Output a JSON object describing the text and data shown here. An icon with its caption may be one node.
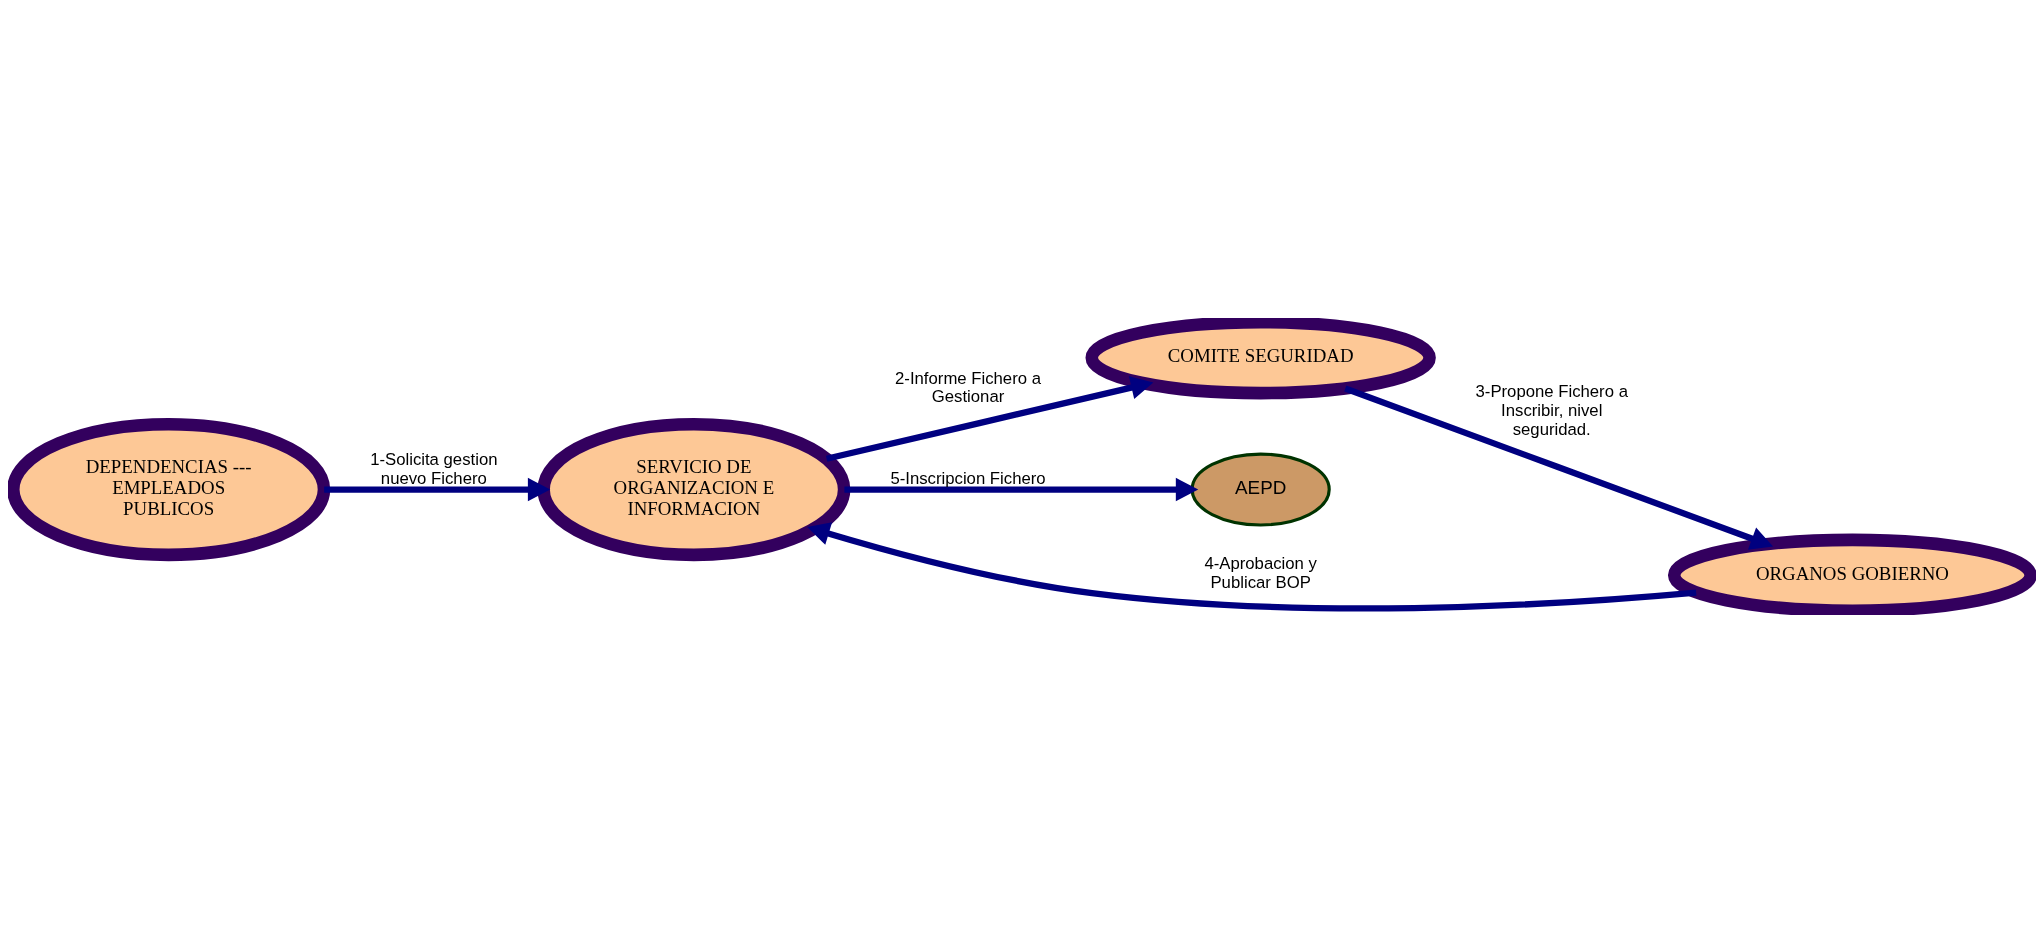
{
  "diagram": {
    "nodes": [
      {
        "text": [
          "SERVICIO DE ORGANIZACION E INFORMACION"
        ]
      },
      {
        "text": [
          "COMITE SEGURIDAD"
        ]
      },
      {
        "text": [
          "ORGANOS GOBIERNO"
        ]
      },
      {
        "text": [
          "DEPENDENCIAS --- EMPLEADOS PUBLICOS"
        ]
      },
      {
        "text": [
          "AEPD"
        ]
      }
    ],
    "edges": [
      {
        "from": 3,
        "to": 0,
        "arrow": "to",
        "label": "1-Solicita gestion nuevo Fichero"
      },
      {
        "from": 0,
        "to": 1,
        "arrow": "to",
        "label": "2-Informe Fichero a Gestionar"
      },
      {
        "from": 1,
        "to": 2,
        "arrow": "to",
        "label": "3-Propone Fichero a Inscribir, nivel seguridad."
      },
      {
        "from": 2,
        "to": 0,
        "arrow": "to",
        "label": "4-Aprobacion y Publicar BOP"
      },
      {
        "from": 0,
        "to": 4,
        "arrow": "to",
        "label": "5-Inscripcion Fichero"
      }
    ]
  }
}
